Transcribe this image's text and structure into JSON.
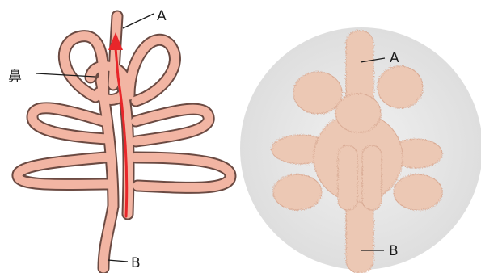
{
  "diagram": {
    "left_labels": {
      "a": "A",
      "nose": "鼻",
      "b": "B"
    },
    "right_labels": {
      "a": "A",
      "b": "B"
    },
    "colors": {
      "cord_fill": "#f2b5a3",
      "cord_outline": "#6b4a42",
      "guide_line": "#e8262a",
      "photo_background": "#e9e9e9",
      "chenille": "#ecc8b4"
    },
    "icons": [
      "red-arrow-icon"
    ]
  }
}
